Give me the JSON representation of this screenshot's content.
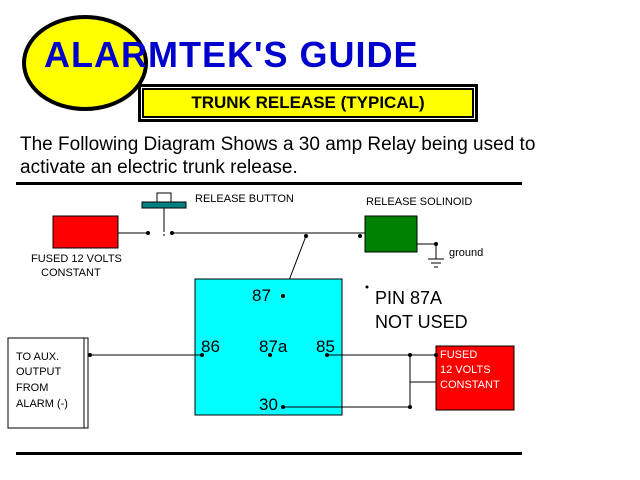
{
  "title": "ALARMTEK'S GUIDE",
  "subtitle": "TRUNK RELEASE (TYPICAL)",
  "intro": "The Following Diagram Shows a 30 amp Relay being used to activate an electric trunk release.",
  "labels": {
    "release_button": "RELEASE BUTTON",
    "release_solenoid": "RELEASE SOLINOID",
    "ground": "ground",
    "fused_left_line1": "FUSED 12 VOLTS",
    "fused_left_line2": "CONSTANT",
    "aux_line1": "TO AUX.",
    "aux_line2": "OUTPUT",
    "aux_line3": "FROM",
    "aux_line4": "ALARM (-)",
    "fused_right_line1": "FUSED",
    "fused_right_line2": "12 VOLTS",
    "fused_right_line3": "CONSTANT"
  },
  "relay_pins": {
    "p87": "87",
    "p86": "86",
    "p87a": "87a",
    "p85": "85",
    "p30": "30"
  },
  "note_line1": "PIN 87A",
  "note_line2": "NOT USED",
  "colors": {
    "logo_fill": "#ffff00",
    "title_text": "#0000cc",
    "subtitle_fill": "#ffff00",
    "relay_fill": "#00ffff",
    "fuse_fill": "#ff0000",
    "solenoid_fill": "#008000",
    "button_fill": "#008080"
  }
}
